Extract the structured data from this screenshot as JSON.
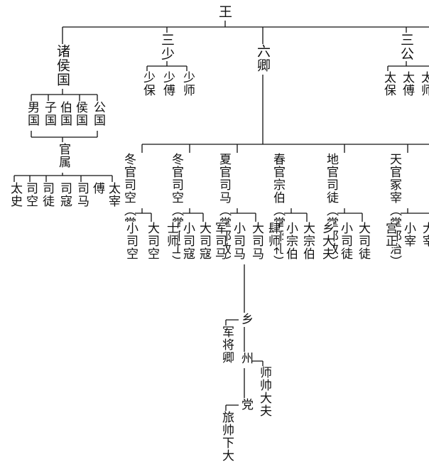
{
  "top": {
    "king": "王"
  },
  "first_level": {
    "zhuhouguo": "诸\n侯\n国",
    "sanshao": "三\n少",
    "liuqing": "六\n卿",
    "sangong": "三\n公"
  },
  "sanshao_members": [
    "少\n保",
    "少\n傅",
    "少\n师"
  ],
  "sangong_members": [
    "太\n保",
    "太\n傅",
    "太\n师"
  ],
  "feudal_ranks": [
    "男\n国",
    "子\n国",
    "伯\n国",
    "侯\n国",
    "公\n国"
  ],
  "guanshu": "官\n属",
  "guanshu_members": [
    "太\n史",
    "司\n空",
    "司\n徒",
    "司\n寇",
    "司\n马",
    "傅",
    "太\n宰"
  ],
  "six_ministers": [
    {
      "title": "冬官司空",
      "duty": "（掌邦工）",
      "subs": [
        "小\n司\n空",
        "大\n司\n空"
      ]
    },
    {
      "title": "冬官司空",
      "duty": "（掌邦工）",
      "subs": [
        "士\n师",
        "小\n司\n寇",
        "大\n司\n寇"
      ]
    },
    {
      "title": "夏官司马",
      "duty": "（掌邦政）",
      "subs": [
        "军\n司\n马",
        "小\n司\n马",
        "大\n司\n马"
      ]
    },
    {
      "title": "春官宗伯",
      "duty": "（掌邦礼）",
      "subs": [
        "肆\n师",
        "小\n宗\n伯",
        "大\n宗\n伯"
      ]
    },
    {
      "title": "地官司徒",
      "duty": "（掌邦教）",
      "subs": [
        "乡\n大\n夫",
        "小\n司\n徒",
        "大\n司\n徒"
      ]
    },
    {
      "title": "天官冢宰",
      "duty": "（掌邦治）",
      "subs": [
        "宫\n正",
        "小\n宰",
        "大\n宰"
      ]
    }
  ],
  "local": {
    "xiang": "乡",
    "junjiangqing": "军\n将\n卿",
    "zhou": "州",
    "shishuaidafu": "师\n帅\n大\n夫",
    "dang": "党",
    "lvshuaixiada": "旅\n帅\n下\n大"
  }
}
